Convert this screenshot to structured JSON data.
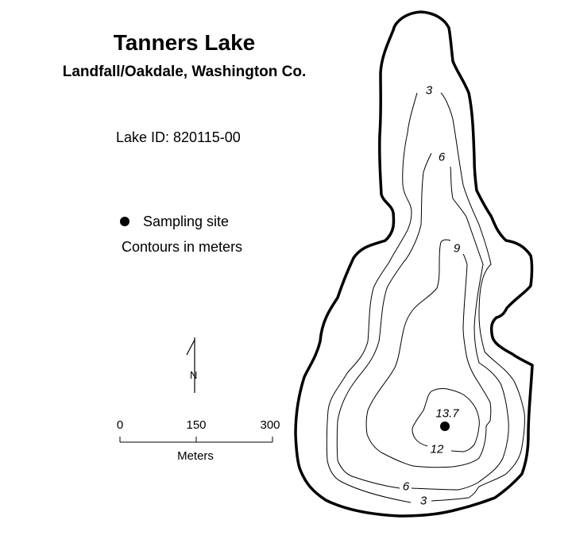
{
  "title": "Tanners Lake",
  "subtitle": "Landfall/Oakdale, Washington Co.",
  "lake_id": "Lake ID: 820115-00",
  "legend": {
    "sampling_site": "Sampling site",
    "contours": "Contours in meters"
  },
  "north_label": "N",
  "scale": {
    "ticks": [
      "0",
      "150",
      "300"
    ],
    "unit": "Meters"
  },
  "contour_labels": {
    "c3_top": "3",
    "c6_top": "6",
    "c9": "9",
    "max_depth": "13.7",
    "c12": "12",
    "c6_bottom": "6",
    "c3_bottom": "3"
  },
  "colors": {
    "ink": "#000000",
    "background": "#ffffff"
  }
}
